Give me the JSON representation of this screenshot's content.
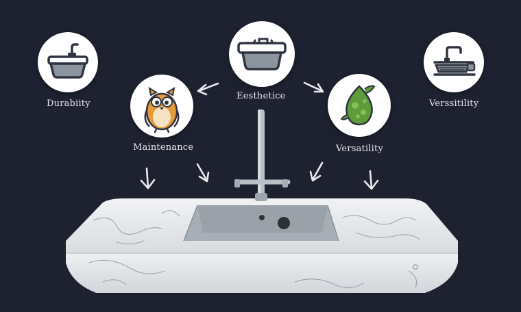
{
  "nodes": {
    "durability": {
      "label": "Durabiity",
      "icon": "sink-faucet-icon"
    },
    "esthetice": {
      "label": "Eesthetice",
      "icon": "sink-basin-icon"
    },
    "maintenance": {
      "label": "Maintenance",
      "icon": "owl-icon"
    },
    "versatility": {
      "label": "Versatility",
      "icon": "leaf-icon"
    },
    "versssitility": {
      "label": "Verssitility",
      "icon": "stove-pan-icon"
    }
  },
  "colors": {
    "background": "#1e2230",
    "icon_stroke": "#2f3440",
    "icon_fill": "#8c949e",
    "owl": "#e49a3a",
    "leaf": "#5e9b3a",
    "counter": "#e9eaec",
    "basin": "#9ba3ab",
    "faucet": "#b7bec6"
  }
}
